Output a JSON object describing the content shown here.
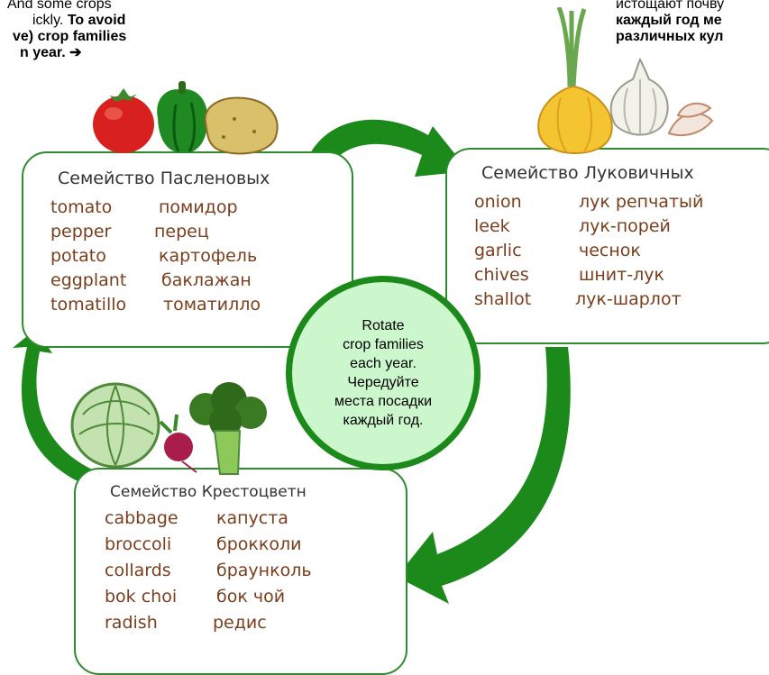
{
  "snippets": {
    "top_left": [
      "And some crops",
      "ickly.",
      "To avoid",
      "ve) crop families",
      "n year.",
      "➔"
    ],
    "top_right": [
      "истощают почву",
      "каждый год ме",
      "различных кул"
    ]
  },
  "families": {
    "nightshade": {
      "title": "Семейство Пасленовых",
      "items": [
        {
          "en": "tomato",
          "ru": "помидор"
        },
        {
          "en": "pepper",
          "ru": "перец"
        },
        {
          "en": "potato",
          "ru": "картофель"
        },
        {
          "en": "eggplant",
          "ru": "баклажан"
        },
        {
          "en": "tomatillo",
          "ru": "томатилло"
        }
      ]
    },
    "allium": {
      "title": "Семейство Луковичных",
      "items": [
        {
          "en": "onion",
          "ru": "лук репчатый"
        },
        {
          "en": "leek",
          "ru": "лук-порей"
        },
        {
          "en": "garlic",
          "ru": "чеснок"
        },
        {
          "en": "chives",
          "ru": "шнит-лук"
        },
        {
          "en": "shallot",
          "ru": "лук-шарлот"
        }
      ]
    },
    "brassica": {
      "title": "Семейство Крестоцветн",
      "items": [
        {
          "en": "cabbage",
          "ru": "капуста"
        },
        {
          "en": "broccoli",
          "ru": "брокколи"
        },
        {
          "en": "collards",
          "ru": "браунколь"
        },
        {
          "en": "bok choi",
          "ru": "бок чой"
        },
        {
          "en": "radish",
          "ru": "редис"
        }
      ]
    }
  },
  "center": {
    "lines": [
      "Rotate",
      "crop families",
      "each year.",
      "Чередуйте",
      "места посадки",
      "каждый год."
    ]
  },
  "colors": {
    "arrow": "#1b8a1b",
    "box_border": "#2e8b2e",
    "circle_fill": "#ccf7cc",
    "text_brown": "#7a3e1d"
  },
  "icons": [
    "tomato-icon",
    "pepper-icon",
    "potato-icon",
    "onion-icon",
    "garlic-icon",
    "cabbage-icon",
    "radish-icon",
    "broccoli-icon"
  ]
}
